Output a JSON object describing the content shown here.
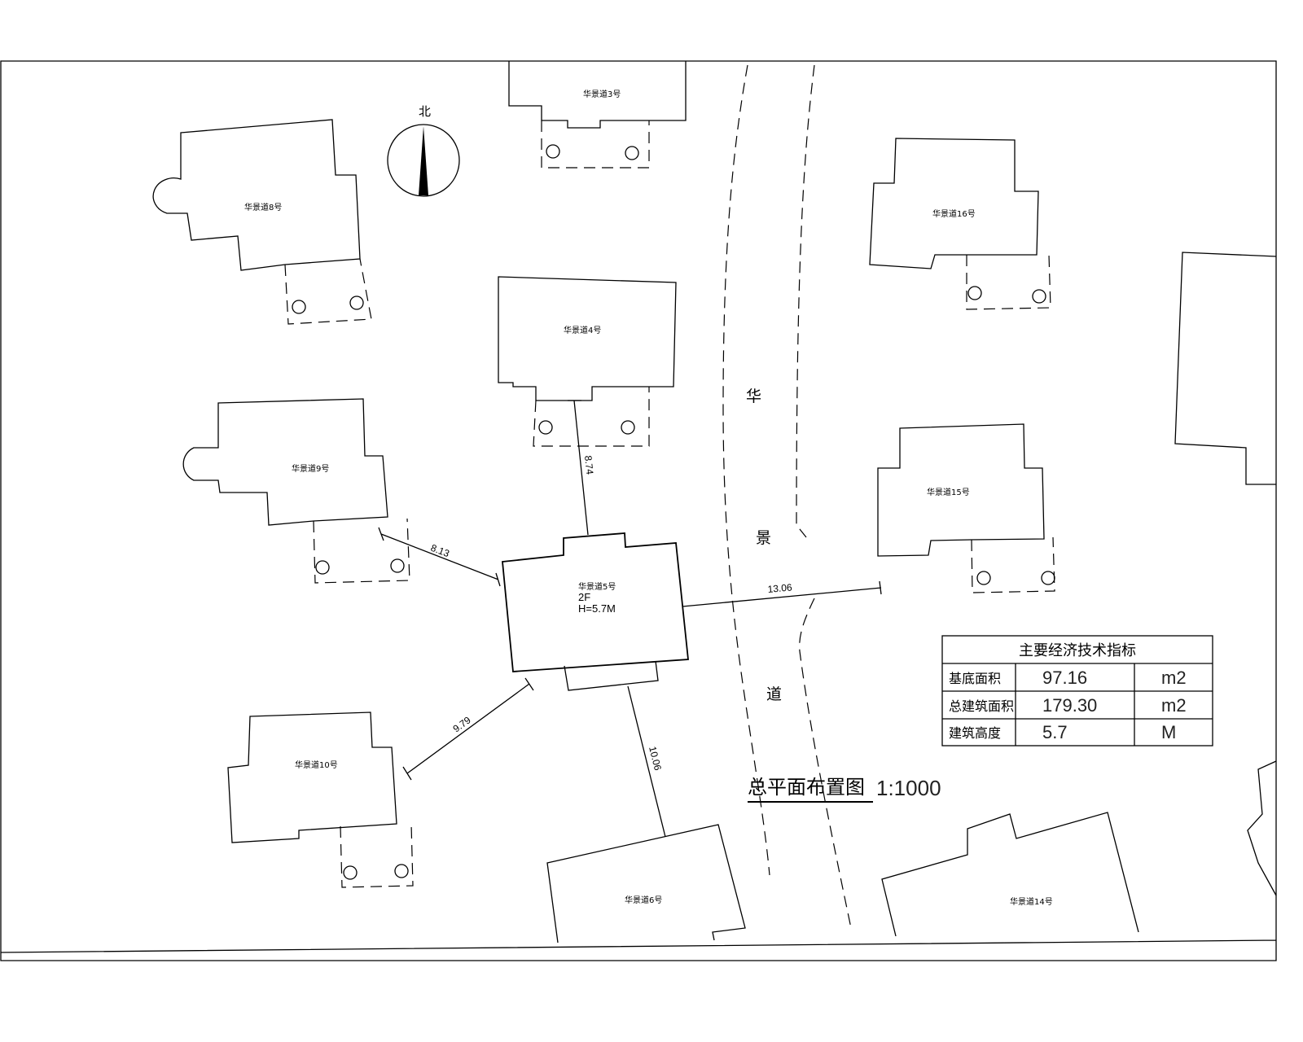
{
  "north_label": "北",
  "road_chars": [
    "华",
    "景",
    "道"
  ],
  "buildings": {
    "b3": "华景道3号",
    "b8": "华景道8号",
    "b4": "华景道4号",
    "b9": "华景道9号",
    "b5": "华景道5号",
    "b5_floors": "2F",
    "b5_height": "H=5.7M",
    "b10": "华景道10号",
    "b6": "华景道6号",
    "b16": "华景道16号",
    "b15": "华景道15号",
    "b14": "华景道14号"
  },
  "dimensions": {
    "to_b4": "8.74",
    "to_b9": "8.13",
    "to_b15": "13.06",
    "to_b10": "9.79",
    "to_b6": "10.06"
  },
  "title": "总平面布置图",
  "scale": "1:1000",
  "table": {
    "header": "主要经济技术指标",
    "rows": [
      {
        "label": "基底面积",
        "value": "97.16",
        "unit": "m2"
      },
      {
        "label": "总建筑面积",
        "value": "179.30",
        "unit": "m2"
      },
      {
        "label": "建筑高度",
        "value": "5.7",
        "unit": "M"
      }
    ]
  }
}
